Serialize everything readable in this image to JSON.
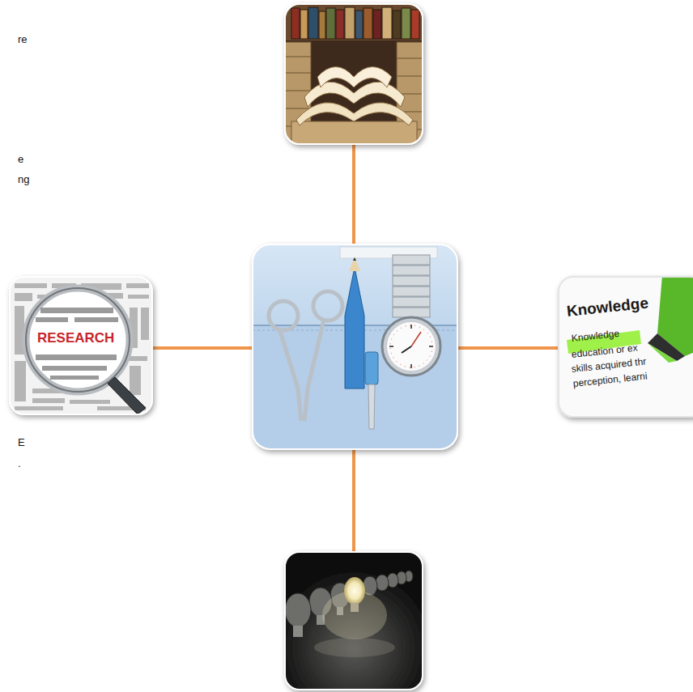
{
  "diagram": {
    "labels": [
      "re",
      "e",
      "ng",
      "E",
      ".",
      "RESEARCH",
      "Knowledge",
      "Knowledge",
      "education or ex",
      "skills acquired thr",
      "perception, learni"
    ]
  }
}
